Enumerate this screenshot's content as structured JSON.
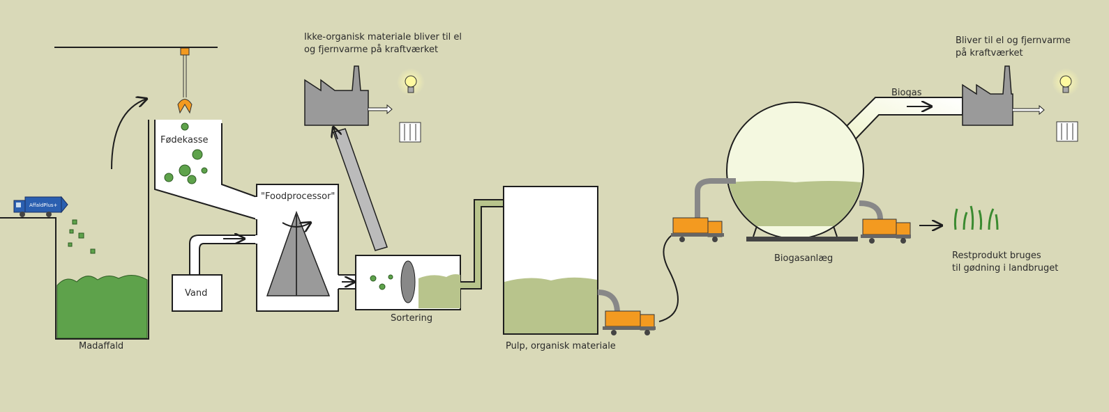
{
  "labels": {
    "madaffald": "Madaffald",
    "fodekasse": "Fødekasse",
    "foodprocessor": "\"Foodprocessor\"",
    "vand": "Vand",
    "sortering": "Sortering",
    "ikke_organisk_line1": "Ikke-organisk materiale bliver til el",
    "ikke_organisk_line2": "og fjernvarme på kraftværket",
    "pulp": "Pulp, organisk materiale",
    "biogas": "Biogas",
    "biogasanlaeg": "Biogasanlæg",
    "bliver_line1": "Bliver til el og fjernvarme",
    "bliver_line2": "på kraftværket",
    "restprodukt_line1": "Restprodukt bruges",
    "restprodukt_line2": "til gødning i landbruget"
  },
  "truck_logo": "AffaldPlus+",
  "colors": {
    "background": "#d9d9b8",
    "food_waste": "#5ea24b",
    "pulp": "#b8c48c",
    "truck_orange": "#f39a20",
    "truck_blue": "#2a5fb0"
  }
}
